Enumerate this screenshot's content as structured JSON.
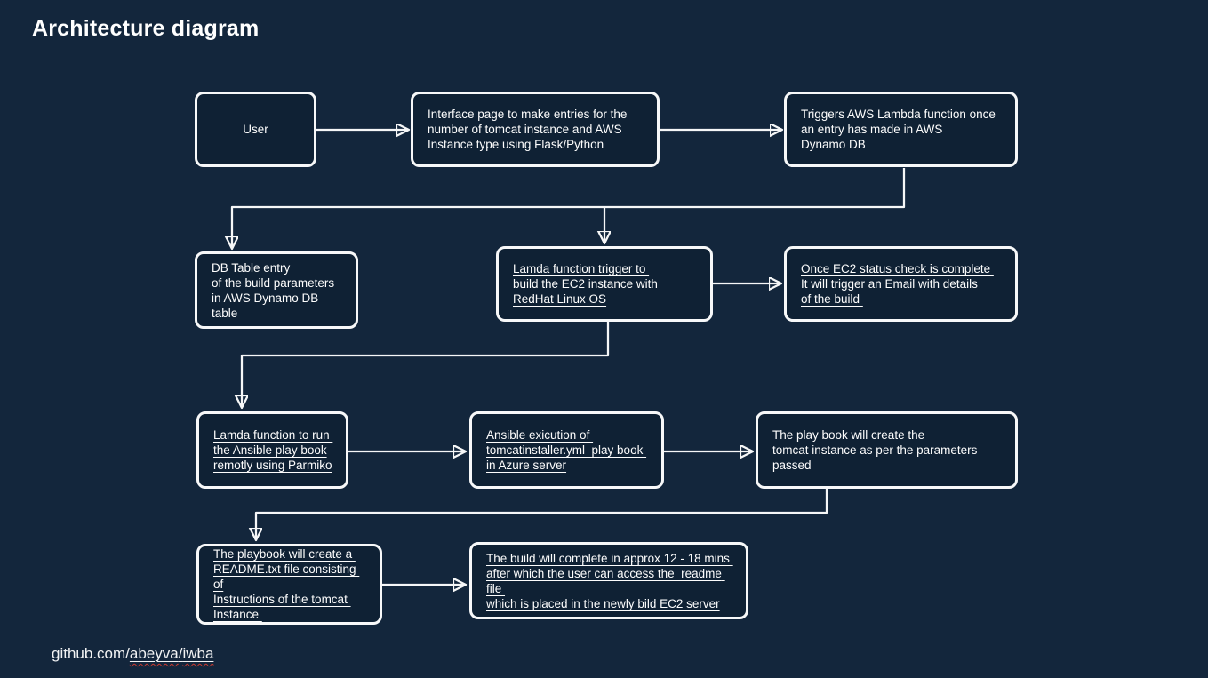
{
  "title": "Architecture diagram",
  "colors": {
    "background": "#13263c",
    "node_fill": "#0f2134",
    "border_and_lines": "#f6f7f8",
    "text": "#ffffff",
    "spellcheck_squiggle": "#cc3a2e"
  },
  "nodes": {
    "user": {
      "text": "User"
    },
    "interface": {
      "text": "Interface page to make entries for the\nnumber of tomcat instance and AWS\nInstance type using Flask/Python"
    },
    "triggers": {
      "text": "Triggers AWS Lambda function once\nan entry has made in AWS\nDynamo DB"
    },
    "dbtable": {
      "text": "DB Table entry\nof the build parameters\nin AWS Dynamo DB table"
    },
    "lamda_trigger": {
      "text": "Lamda function trigger to \nbuild the EC2 instance with\nRedHat Linux OS"
    },
    "once_ec2": {
      "text": "Once EC2 status check is complete \nIt will trigger an Email with details\nof the build "
    },
    "lamda_run": {
      "text": "Lamda function to run \nthe Ansible play book\nremotly using Parmiko"
    },
    "ansible_exec": {
      "text": "Ansible exicution of \ntomcatinstaller.yml  play book \nin Azure server"
    },
    "playbook_create": {
      "text": "The play book will create the\ntomcat instance as per the parameters\npassed"
    },
    "readme": {
      "text": "The playbook will create a \nREADME.txt file consisting of\nInstructions of the tomcat \nInstance "
    },
    "build_complete": {
      "text": "The build will complete in approx 12 - 18 mins \nafter which the user can access the  readme file \nwhich is placed in the newly bild EC2 server"
    }
  },
  "footer": {
    "prefix": "github.com/",
    "link1": "abeyva",
    "sep": "/",
    "link2": "iwba"
  }
}
